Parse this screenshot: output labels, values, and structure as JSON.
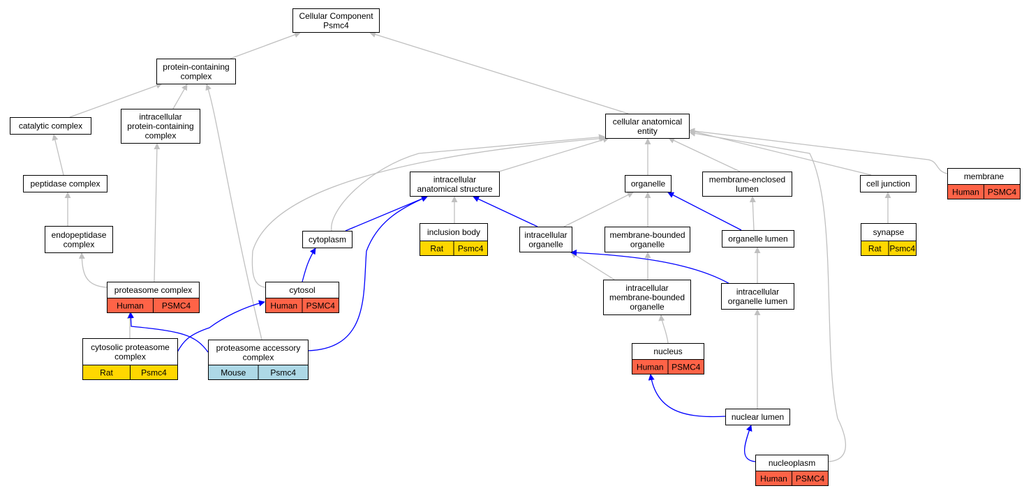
{
  "colors": {
    "edge_default": "#c0c0c0",
    "edge_highlight": "#0000ff",
    "Human": "#ff6347",
    "Rat": "#ffd700",
    "Mouse": "#add8e6"
  },
  "nodes": [
    {
      "id": "cellular-component",
      "lines": [
        "Cellular Component",
        "Psmc4"
      ]
    },
    {
      "id": "protein-containing-complex",
      "lines": [
        "protein-containing",
        "complex"
      ]
    },
    {
      "id": "catalytic-complex",
      "lines": [
        "catalytic complex"
      ]
    },
    {
      "id": "intracellular-protein-containing-complex",
      "lines": [
        "intracellular",
        "protein-containing",
        "complex"
      ]
    },
    {
      "id": "peptidase-complex",
      "lines": [
        "peptidase complex"
      ]
    },
    {
      "id": "endopeptidase-complex",
      "lines": [
        "endopeptidase",
        "complex"
      ]
    },
    {
      "id": "proteasome-complex",
      "lines": [
        "proteasome complex"
      ],
      "tags": [
        {
          "species": "Human",
          "gene": "PSMC4"
        }
      ]
    },
    {
      "id": "cytosolic-proteasome-complex",
      "lines": [
        "cytosolic proteasome",
        "complex"
      ],
      "tags": [
        {
          "species": "Rat",
          "gene": "Psmc4"
        }
      ]
    },
    {
      "id": "proteasome-accessory-complex",
      "lines": [
        "proteasome accessory",
        "complex"
      ],
      "tags": [
        {
          "species": "Mouse",
          "gene": "Psmc4"
        }
      ]
    },
    {
      "id": "cytoplasm",
      "lines": [
        "cytoplasm"
      ]
    },
    {
      "id": "cytosol",
      "lines": [
        "cytosol"
      ],
      "tags": [
        {
          "species": "Human",
          "gene": "PSMC4"
        }
      ]
    },
    {
      "id": "cellular-anatomical-entity",
      "lines": [
        "cellular anatomical",
        "entity"
      ]
    },
    {
      "id": "intracellular-anatomical-structure",
      "lines": [
        "intracellular",
        "anatomical structure"
      ]
    },
    {
      "id": "inclusion-body",
      "lines": [
        "inclusion body"
      ],
      "tags": [
        {
          "species": "Rat",
          "gene": "Psmc4"
        }
      ]
    },
    {
      "id": "intracellular-organelle",
      "lines": [
        "intracellular",
        "organelle"
      ]
    },
    {
      "id": "organelle",
      "lines": [
        "organelle"
      ]
    },
    {
      "id": "membrane-bounded-organelle",
      "lines": [
        "membrane-bounded",
        "organelle"
      ]
    },
    {
      "id": "intracellular-membrane-bounded-organelle",
      "lines": [
        "intracellular",
        "membrane-bounded",
        "organelle"
      ]
    },
    {
      "id": "membrane-enclosed-lumen",
      "lines": [
        "membrane-enclosed",
        "lumen"
      ]
    },
    {
      "id": "organelle-lumen",
      "lines": [
        "organelle lumen"
      ]
    },
    {
      "id": "intracellular-organelle-lumen",
      "lines": [
        "intracellular",
        "organelle lumen"
      ]
    },
    {
      "id": "nucleus",
      "lines": [
        "nucleus"
      ],
      "tags": [
        {
          "species": "Human",
          "gene": "PSMC4"
        }
      ]
    },
    {
      "id": "nuclear-lumen",
      "lines": [
        "nuclear lumen"
      ]
    },
    {
      "id": "nucleoplasm",
      "lines": [
        "nucleoplasm"
      ],
      "tags": [
        {
          "species": "Human",
          "gene": "PSMC4"
        }
      ]
    },
    {
      "id": "cell-junction",
      "lines": [
        "cell junction"
      ]
    },
    {
      "id": "synapse",
      "lines": [
        "synapse"
      ],
      "tags": [
        {
          "species": "Rat",
          "gene": "Psmc4"
        }
      ]
    },
    {
      "id": "membrane",
      "lines": [
        "membrane"
      ],
      "tags": [
        {
          "species": "Human",
          "gene": "PSMC4"
        }
      ]
    }
  ],
  "edges": [
    {
      "from": "protein-containing-complex",
      "to": "cellular-component",
      "type": "is_a"
    },
    {
      "from": "cellular-anatomical-entity",
      "to": "cellular-component",
      "type": "is_a"
    },
    {
      "from": "catalytic-complex",
      "to": "protein-containing-complex",
      "type": "is_a"
    },
    {
      "from": "intracellular-protein-containing-complex",
      "to": "protein-containing-complex",
      "type": "is_a"
    },
    {
      "from": "proteasome-accessory-complex",
      "to": "protein-containing-complex",
      "type": "is_a"
    },
    {
      "from": "peptidase-complex",
      "to": "catalytic-complex",
      "type": "is_a"
    },
    {
      "from": "endopeptidase-complex",
      "to": "peptidase-complex",
      "type": "is_a"
    },
    {
      "from": "proteasome-complex",
      "to": "endopeptidase-complex",
      "type": "is_a"
    },
    {
      "from": "proteasome-complex",
      "to": "intracellular-protein-containing-complex",
      "type": "is_a"
    },
    {
      "from": "cytosolic-proteasome-complex",
      "to": "proteasome-complex",
      "type": "is_a"
    },
    {
      "from": "proteasome-accessory-complex",
      "to": "proteasome-complex",
      "type": "part_of"
    },
    {
      "from": "cytosolic-proteasome-complex",
      "to": "cytosol",
      "type": "part_of"
    },
    {
      "from": "proteasome-accessory-complex",
      "to": "intracellular-anatomical-structure",
      "type": "part_of"
    },
    {
      "from": "cytosol",
      "to": "cytoplasm",
      "type": "part_of"
    },
    {
      "from": "cytosol",
      "to": "cellular-anatomical-entity",
      "type": "is_a"
    },
    {
      "from": "cytoplasm",
      "to": "intracellular-anatomical-structure",
      "type": "part_of"
    },
    {
      "from": "cytoplasm",
      "to": "cellular-anatomical-entity",
      "type": "is_a"
    },
    {
      "from": "intracellular-anatomical-structure",
      "to": "cellular-anatomical-entity",
      "type": "is_a"
    },
    {
      "from": "inclusion-body",
      "to": "intracellular-anatomical-structure",
      "type": "is_a"
    },
    {
      "from": "intracellular-organelle",
      "to": "intracellular-anatomical-structure",
      "type": "part_of"
    },
    {
      "from": "intracellular-organelle",
      "to": "organelle",
      "type": "is_a"
    },
    {
      "from": "organelle",
      "to": "cellular-anatomical-entity",
      "type": "is_a"
    },
    {
      "from": "membrane-bounded-organelle",
      "to": "organelle",
      "type": "is_a"
    },
    {
      "from": "intracellular-membrane-bounded-organelle",
      "to": "membrane-bounded-organelle",
      "type": "is_a"
    },
    {
      "from": "intracellular-membrane-bounded-organelle",
      "to": "intracellular-organelle",
      "type": "is_a"
    },
    {
      "from": "membrane-enclosed-lumen",
      "to": "cellular-anatomical-entity",
      "type": "is_a"
    },
    {
      "from": "organelle-lumen",
      "to": "membrane-enclosed-lumen",
      "type": "is_a"
    },
    {
      "from": "organelle-lumen",
      "to": "organelle",
      "type": "part_of"
    },
    {
      "from": "intracellular-organelle-lumen",
      "to": "organelle-lumen",
      "type": "is_a"
    },
    {
      "from": "intracellular-organelle-lumen",
      "to": "intracellular-organelle",
      "type": "part_of"
    },
    {
      "from": "nucleus",
      "to": "intracellular-membrane-bounded-organelle",
      "type": "is_a"
    },
    {
      "from": "nuclear-lumen",
      "to": "intracellular-organelle-lumen",
      "type": "is_a"
    },
    {
      "from": "nuclear-lumen",
      "to": "nucleus",
      "type": "part_of"
    },
    {
      "from": "nucleoplasm",
      "to": "nuclear-lumen",
      "type": "part_of"
    },
    {
      "from": "nucleoplasm",
      "to": "cellular-anatomical-entity",
      "type": "is_a"
    },
    {
      "from": "cell-junction",
      "to": "cellular-anatomical-entity",
      "type": "is_a"
    },
    {
      "from": "synapse",
      "to": "cell-junction",
      "type": "is_a"
    },
    {
      "from": "membrane",
      "to": "cellular-anatomical-entity",
      "type": "is_a"
    }
  ]
}
